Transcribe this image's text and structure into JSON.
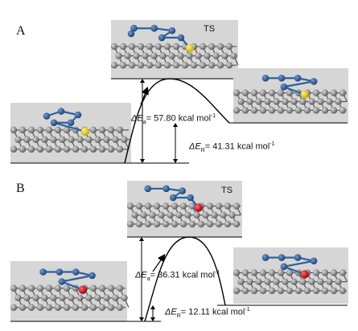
{
  "panels": [
    {
      "letter": "A",
      "ts_label": "TS",
      "ea": {
        "prefix": "ΔE",
        "sub": "a",
        "value": "= 57.80 kcal mol",
        "sup": "-1"
      },
      "er": {
        "prefix": "ΔE",
        "sub": "R",
        "value": "= 41.31 kcal mol",
        "sup": "-1"
      },
      "dopant_color": "#f2d21b"
    },
    {
      "letter": "B",
      "ts_label": "TS",
      "ea": {
        "prefix": "ΔE",
        "sub": "a",
        "value": "= 36.31 kcal mol",
        "sup": "-1"
      },
      "er": {
        "prefix": "ΔE",
        "sub": "R",
        "value": "= 12.11 kcal mol",
        "sup": "-1"
      },
      "dopant_color": "#d8121a"
    }
  ],
  "colors": {
    "nitrogen": "#2e5f9c",
    "carbon": "#8a8a8a",
    "box": "#d6d6d6"
  }
}
